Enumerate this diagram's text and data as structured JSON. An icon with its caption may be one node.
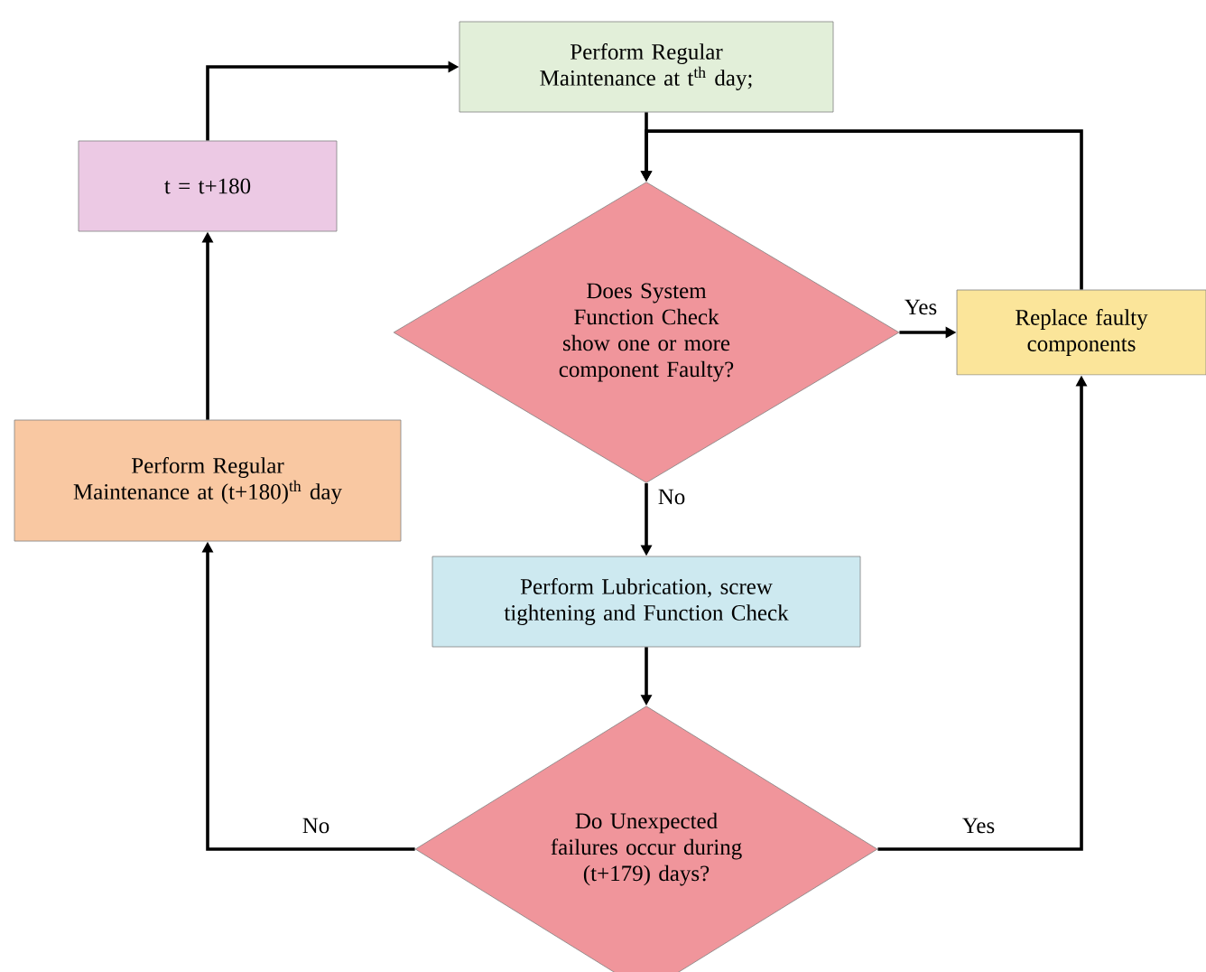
{
  "diagram": {
    "nodes": [
      {
        "text": [
          "Perform Regular Maintenance at t$^{th}$ day;"
        ]
      },
      {
        "text": [
          "t = t+180"
        ]
      },
      {
        "text": [
          "Does System Function Check show one or more component Faulty?"
        ]
      },
      {
        "text": [
          "Replace faulty components"
        ]
      },
      {
        "text": [
          "Perform Regular Maintenance at (t+180)$^{th}$ day"
        ]
      },
      {
        "text": [
          "Perform Lubrication, screw tightening and Function Check"
        ]
      },
      {
        "text": [
          "Do Unexpected failures occur during (t+179) days?"
        ]
      }
    ],
    "edges": [
      {
        "from": 0,
        "to": 2,
        "arrow": "to"
      },
      {
        "from": 3,
        "to": 2,
        "arrow": "to"
      },
      {
        "from": 2,
        "to": 3,
        "arrow": "to",
        "label": "Yes"
      },
      {
        "from": 2,
        "to": 5,
        "arrow": "to",
        "label": "No"
      },
      {
        "from": 5,
        "to": 6,
        "arrow": "to"
      },
      {
        "from": 6,
        "to": 4,
        "arrow": "to",
        "label": "No"
      },
      {
        "from": 6,
        "to": 3,
        "arrow": "to",
        "label": "Yes"
      },
      {
        "from": 4,
        "to": 1,
        "arrow": "to"
      },
      {
        "from": 1,
        "to": 0,
        "arrow": "to"
      }
    ]
  }
}
